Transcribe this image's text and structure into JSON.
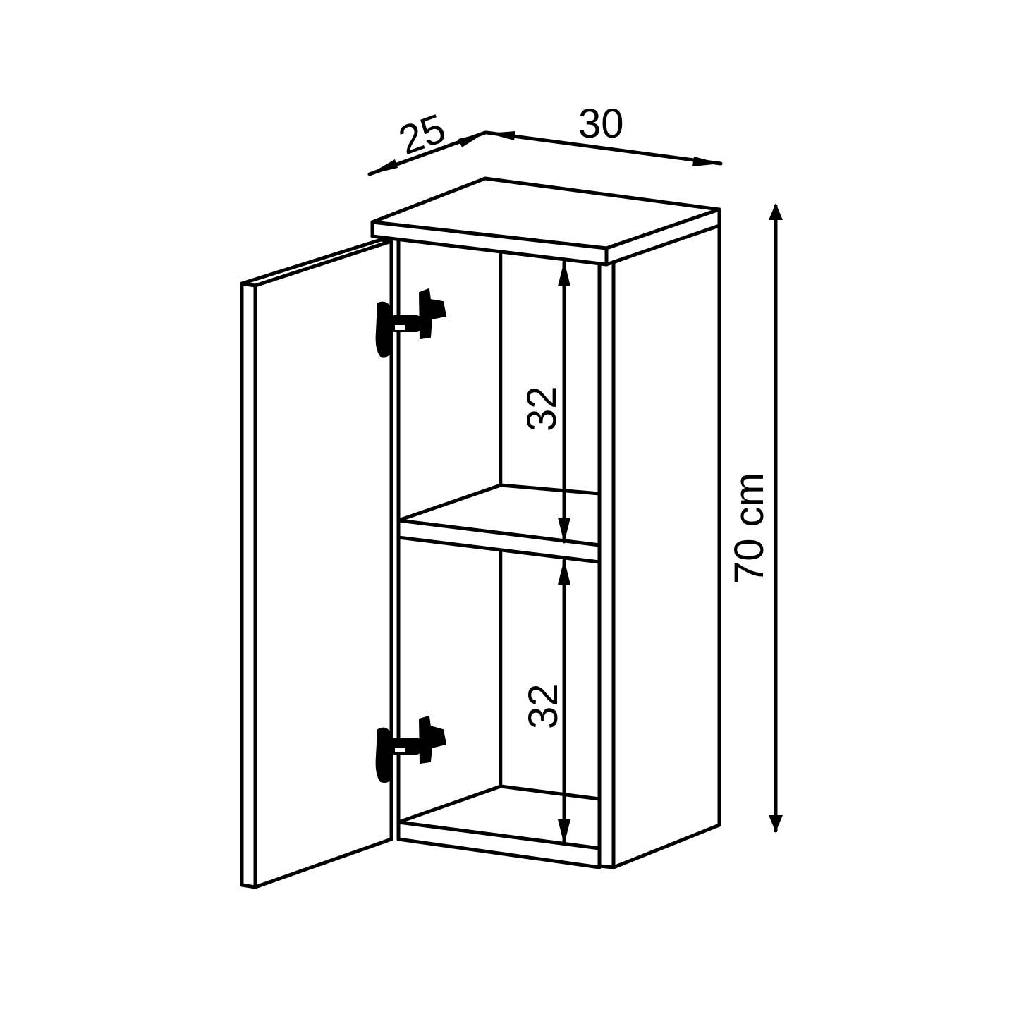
{
  "drawing": {
    "subject": "Wall cabinet with one open door and one shelf",
    "line_color": "#000000",
    "background_color": "#ffffff"
  },
  "dimensions": {
    "depth": {
      "value": "25",
      "label": "25"
    },
    "width": {
      "value": "30",
      "label": "30"
    },
    "height": {
      "value": "70",
      "label": "70 cm"
    },
    "upper_compartment": {
      "value": "32",
      "label": "32"
    },
    "lower_compartment": {
      "value": "32",
      "label": "32"
    }
  },
  "components": {
    "door": "open-door",
    "hinges": [
      "upper-hinge",
      "lower-hinge"
    ],
    "shelf_count": 1
  }
}
